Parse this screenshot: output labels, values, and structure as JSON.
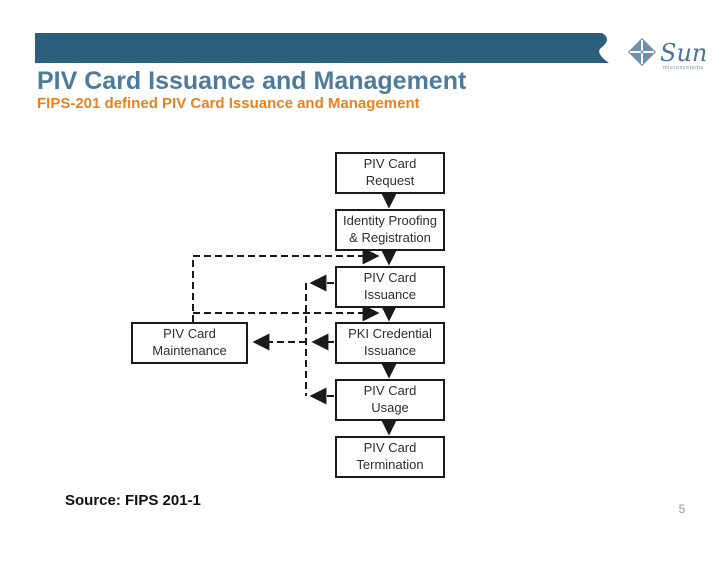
{
  "slide": {
    "title": "PIV Card Issuance and Management",
    "subtitle": "FIPS-201 defined PIV Card Issuance and Management",
    "source_label": "Source: FIPS 201-1",
    "page_number": "5"
  },
  "logo": {
    "brand": "Sun",
    "brand_sub": "microsystems",
    "icon": "sun-diamond-logo"
  },
  "colors": {
    "header_bar": "#2C5F7D",
    "title_text": "#4E7B9D",
    "subtitle_text": "#E8821E",
    "logo_blue": "#6F8FAC",
    "diagram_line": "#1A1A1A",
    "page_number_gray": "#9093A8"
  },
  "diagram": {
    "nodes": [
      {
        "id": "request",
        "line1": "PIV Card",
        "line2": "Request"
      },
      {
        "id": "identity",
        "line1": "Identity Proofing",
        "line2": "& Registration"
      },
      {
        "id": "issuance",
        "line1": "PIV Card",
        "line2": "Issuance"
      },
      {
        "id": "pki",
        "line1": "PKI Credential",
        "line2": "Issuance"
      },
      {
        "id": "usage",
        "line1": "PIV Card",
        "line2": "Usage"
      },
      {
        "id": "termination",
        "line1": "PIV Card",
        "line2": "Termination"
      },
      {
        "id": "maintenance",
        "line1": "PIV Card",
        "line2": "Maintenance"
      }
    ],
    "edges": [
      {
        "from": "PIV Card Request",
        "to": "Identity Proofing & Registration",
        "style": "solid"
      },
      {
        "from": "Identity Proofing & Registration",
        "to": "PIV Card Issuance",
        "style": "solid"
      },
      {
        "from": "PIV Card Issuance",
        "to": "PKI Credential Issuance",
        "style": "solid"
      },
      {
        "from": "PKI Credential Issuance",
        "to": "PIV Card Usage",
        "style": "solid"
      },
      {
        "from": "PIV Card Usage",
        "to": "PIV Card Termination",
        "style": "solid"
      },
      {
        "from": "PIV Card Issuance",
        "to": "PIV Card Maintenance",
        "style": "dashed"
      },
      {
        "from": "PKI Credential Issuance",
        "to": "PIV Card Maintenance",
        "style": "dashed"
      },
      {
        "from": "PIV Card Usage",
        "to": "PIV Card Maintenance",
        "style": "dashed"
      },
      {
        "from": "PIV Card Maintenance",
        "to": "junction between Identity Proofing & Registration and PIV Card Issuance",
        "style": "dashed"
      },
      {
        "from": "PIV Card Maintenance",
        "to": "junction between PIV Card Issuance and PKI Credential Issuance",
        "style": "dashed"
      }
    ]
  }
}
